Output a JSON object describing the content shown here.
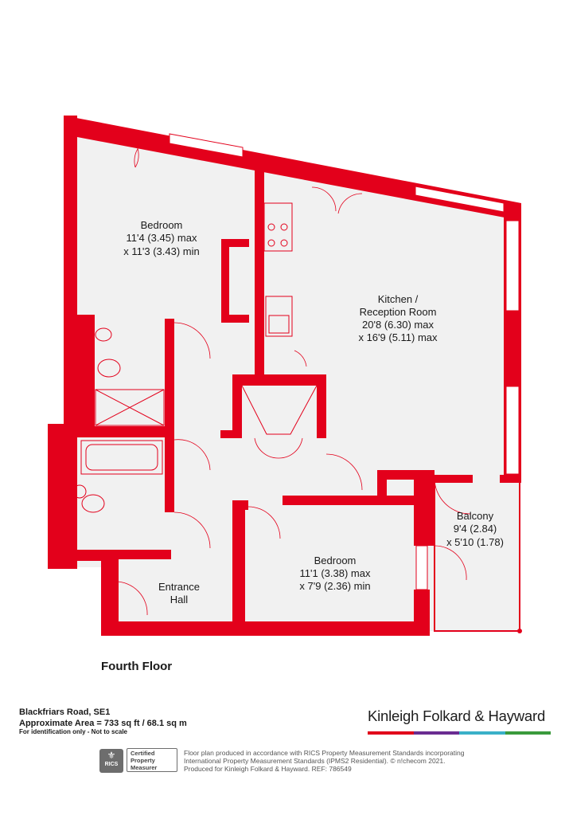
{
  "rooms": {
    "bedroom1": {
      "name": "Bedroom",
      "dim1": "11'4 (3.45) max",
      "dim2": "x 11'3 (3.43) min"
    },
    "kitchen": {
      "name1": "Kitchen /",
      "name2": "Reception Room",
      "dim1": "20'8 (6.30) max",
      "dim2": "x 16'9 (5.11) max"
    },
    "bedroom2": {
      "name": "Bedroom",
      "dim1": "11'1 (3.38) max",
      "dim2": "x 7'9 (2.36) min"
    },
    "balcony": {
      "name": "Balcony",
      "dim1": "9'4 (2.84)",
      "dim2": "x 5'10 (1.78)"
    },
    "hall": {
      "name1": "Entrance",
      "name2": "Hall"
    }
  },
  "floor_name": "Fourth Floor",
  "property": {
    "address": "Blackfriars Road, SE1",
    "area": "Approximate Area = 733 sq ft / 68.1 sq m",
    "note": "For identification only - Not to scale"
  },
  "brand": {
    "name": "Kinleigh Folkard & Hayward",
    "bar_colors": [
      "#e1001a",
      "#6a2c91",
      "#3ab0c8",
      "#3a9a3c"
    ]
  },
  "rics": {
    "logo_text": "RICS",
    "line1": "Certified",
    "line2": "Property",
    "line3": "Measurer"
  },
  "disclaimer": {
    "line1": "Floor plan produced in accordance with RICS Property Measurement Standards incorporating",
    "line2": "International Property Measurement Standards (IPMS2 Residential).  © n!checom 2021.",
    "line3": "Produced for Kinleigh Folkard & Hayward.   REF: 786549"
  },
  "colors": {
    "wall": "#e3001b",
    "floor": "#f1f1f1",
    "fixture": "#e3001b"
  }
}
